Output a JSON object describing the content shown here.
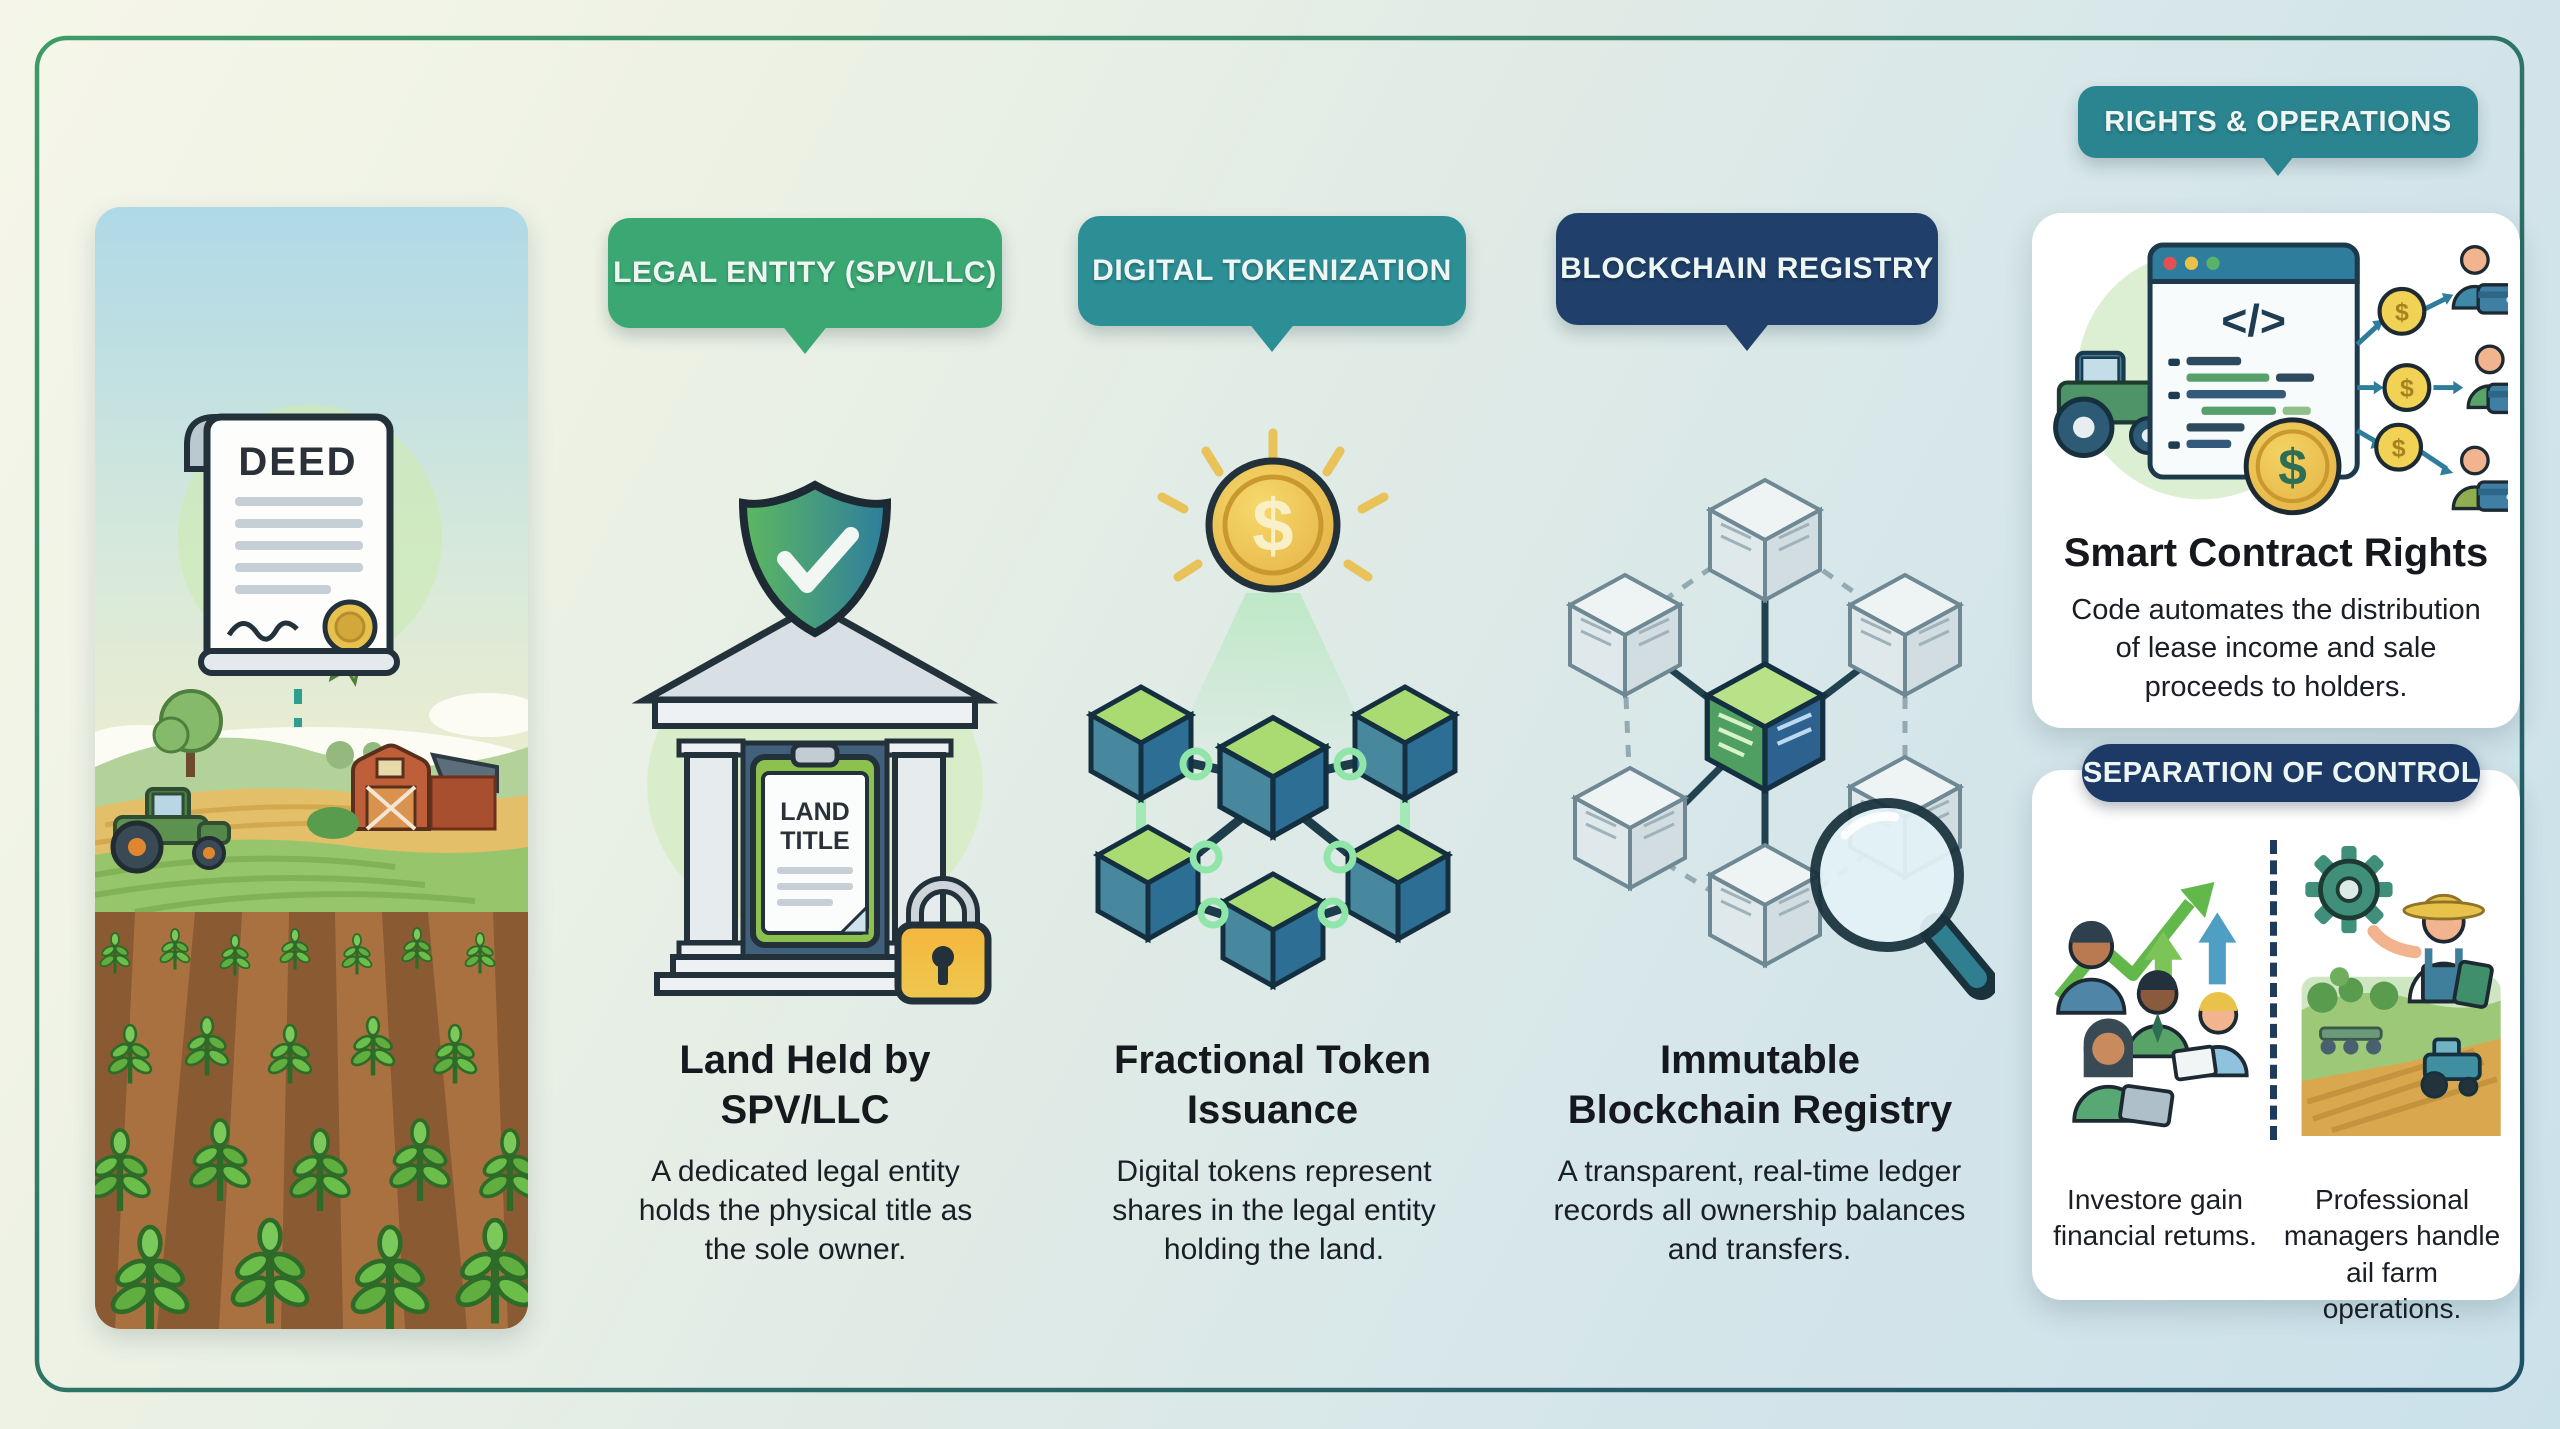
{
  "banners": {
    "legal_entity": "LEGAL ENTITY (SPV/LLC)",
    "digital_tokenization": "DIGITAL TOKENIZATION",
    "blockchain_registry": "BLOCKCHAIN REGISTRY",
    "rights_operations": "RIGHTS & OPERATIONS",
    "separation_of_control": "SEPARATION OF CONTROL"
  },
  "left_panel": {
    "deed_label": "DEED"
  },
  "icon_labels": {
    "land_title_line1": "LAND",
    "land_title_line2": "TITLE",
    "coin_symbol": "$"
  },
  "columns": [
    {
      "icon": "bank-with-shield-land-title-padlock",
      "title_line1": "Land Held by",
      "title_line2": "SPV/LLC",
      "description": "A dedicated legal entity holds the physical title as the sole owner."
    },
    {
      "icon": "coin-over-linked-token-cubes",
      "title_line1": "Fractional Token",
      "title_line2": "Issuance",
      "description": "Digital tokens represent shares in the legal entity holding the land."
    },
    {
      "icon": "cube-network-with-magnifier",
      "title_line1": "Immutable",
      "title_line2": "Blockchain Registry",
      "description": "A transparent, real-time ledger records all ownership balances and transfers."
    }
  ],
  "smart_contract_card": {
    "title": "Smart Contract Rights",
    "description": "Code automates the distribution of lease income and sale proceeds to holders.",
    "code_glyph": "</>"
  },
  "separation_card": {
    "left_caption": "Investore gain financial retums.",
    "right_caption": "Professional managers handle ail farm operations."
  },
  "colors": {
    "green_banner": "#3BA873",
    "teal_banner": "#2D8F96",
    "navy_banner": "#20406B",
    "rights_banner": "#2B8590",
    "separation_banner": "#1D3A66",
    "page_from": "#F5F6E9",
    "page_to": "#CBE1EA",
    "border_from": "#3F9B68",
    "border_to": "#1E4F66",
    "title_text": "#15191E",
    "body_text": "#1A1F26",
    "banner_text": "#EDF6F2",
    "card_bg": "#FFFFFF"
  }
}
